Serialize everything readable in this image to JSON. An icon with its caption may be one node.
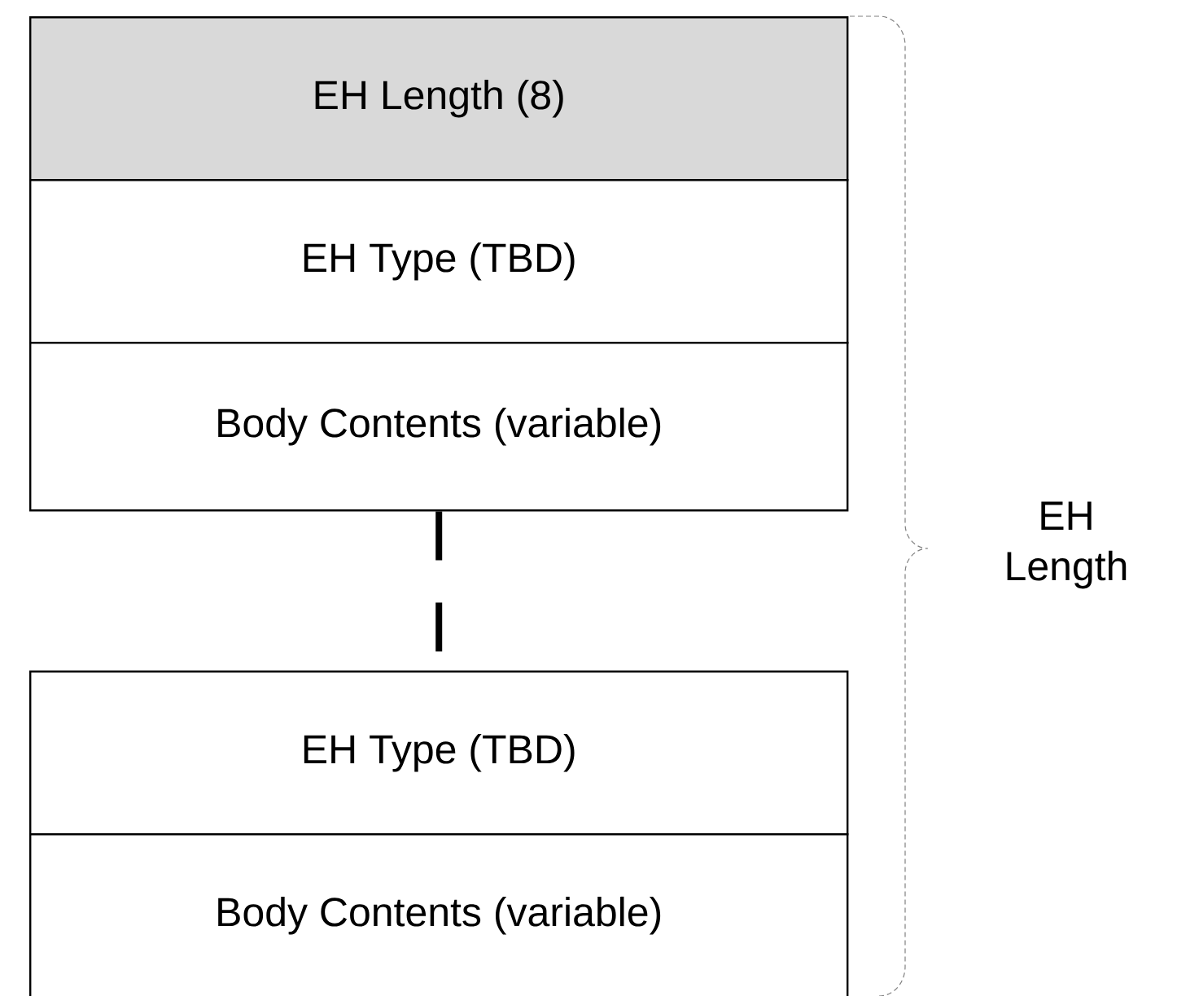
{
  "diagram": {
    "nodes": [
      {
        "text": [
          "EH Length (8)"
        ]
      },
      {
        "text": [
          "EH Type (TBD)"
        ]
      },
      {
        "text": [
          "Body Contents (variable)"
        ]
      },
      {
        "text": [
          "EH Type (TBD)"
        ]
      },
      {
        "text": [
          "Body Contents (variable)"
        ]
      }
    ],
    "edges": [
      {
        "from": 2,
        "to": 3,
        "arrow": "none",
        "style": "dashed"
      }
    ],
    "labels": [
      "EH Length"
    ]
  }
}
